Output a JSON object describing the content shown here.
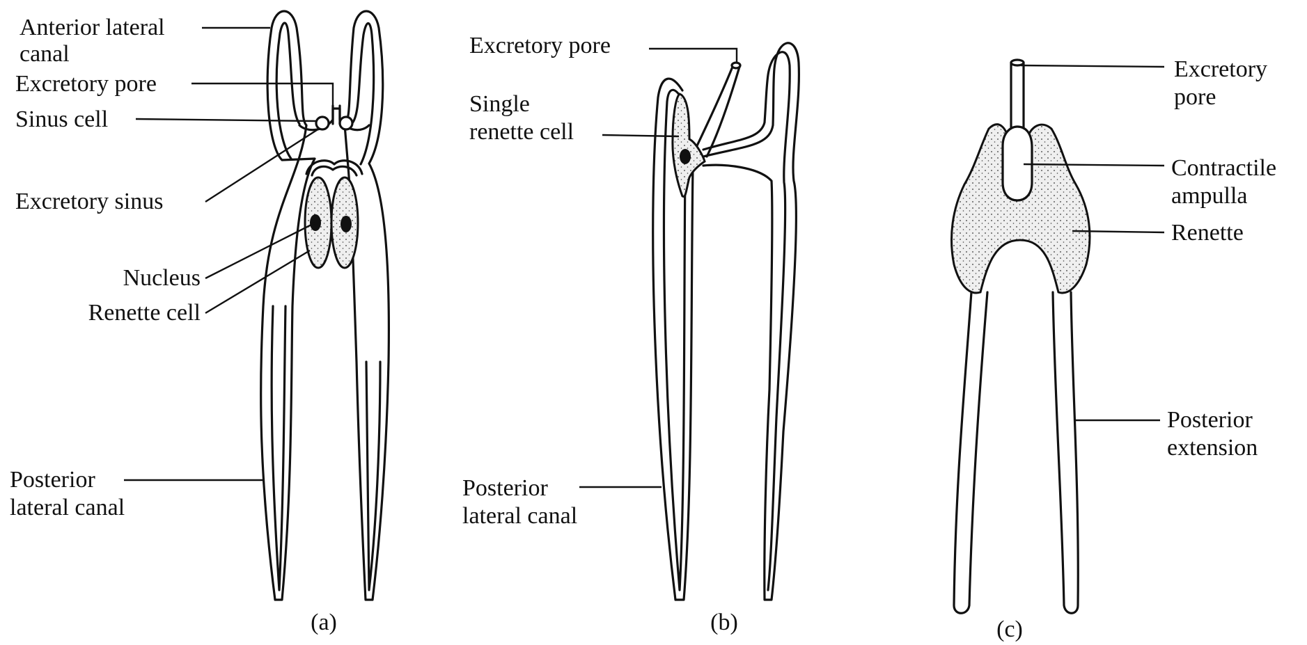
{
  "panel_a": {
    "caption": "(a)",
    "labels": {
      "anterior_lateral_canal_1": "Anterior lateral",
      "anterior_lateral_canal_2": "canal",
      "excretory_pore": "Excretory pore",
      "sinus_cell": "Sinus cell",
      "excretory_sinus": "Excretory sinus",
      "nucleus": "Nucleus",
      "renette_cell": "Renette cell",
      "posterior_lateral_canal_1": "Posterior",
      "posterior_lateral_canal_2": "lateral canal"
    }
  },
  "panel_b": {
    "caption": "(b)",
    "labels": {
      "excretory_pore": "Excretory pore",
      "single_renette_cell_1": "Single",
      "single_renette_cell_2": "renette cell",
      "posterior_lateral_canal_1": "Posterior",
      "posterior_lateral_canal_2": "lateral canal"
    }
  },
  "panel_c": {
    "caption": "(c)",
    "labels": {
      "excretory_pore_1": "Excretory",
      "excretory_pore_2": "pore",
      "contractile_ampulla_1": "Contractile",
      "contractile_ampulla_2": "ampulla",
      "renette": "Renette",
      "posterior_extension_1": "Posterior",
      "posterior_extension_2": "extension"
    }
  },
  "colors": {
    "ink": "#111111",
    "paper": "#ffffff",
    "stipple_fill": "#ebebeb"
  }
}
